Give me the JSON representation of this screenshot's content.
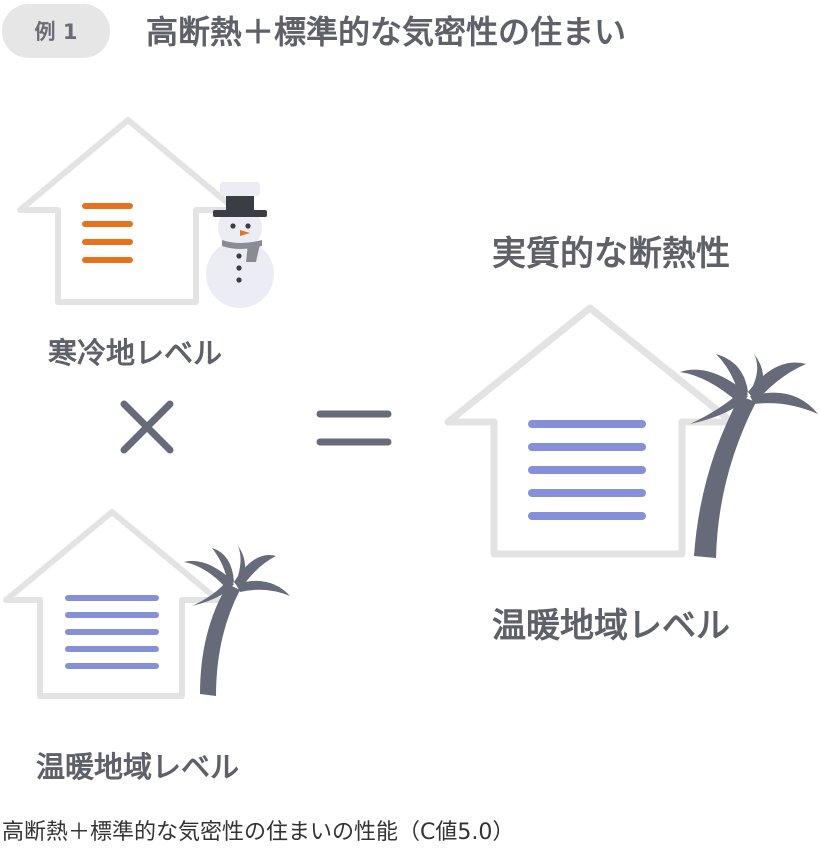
{
  "header": {
    "badge": "例 1",
    "title": "高断熱＋標準的な気密性の住まい"
  },
  "labels": {
    "cold_region": "寒冷地レベル",
    "warm_region_small": "温暖地域レベル",
    "result_heading": "実質的な断熱性",
    "warm_region_large": "温暖地域レベル"
  },
  "operators": {
    "multiply": "×",
    "equals": "＝"
  },
  "footer": {
    "caption": "高断熱＋標準的な気密性の住まいの性能（C値5.0）"
  },
  "colors": {
    "house_outline": "#e3e3e3",
    "insulation_cold": "#e8711e",
    "insulation_warm": "#8690d8",
    "palm_tree": "#676b79",
    "snowman_body": "#ececf4",
    "text": "#5f6169"
  },
  "insulation_layers": {
    "cold_house": 4,
    "warm_house_small": 5,
    "result_house": 5
  }
}
